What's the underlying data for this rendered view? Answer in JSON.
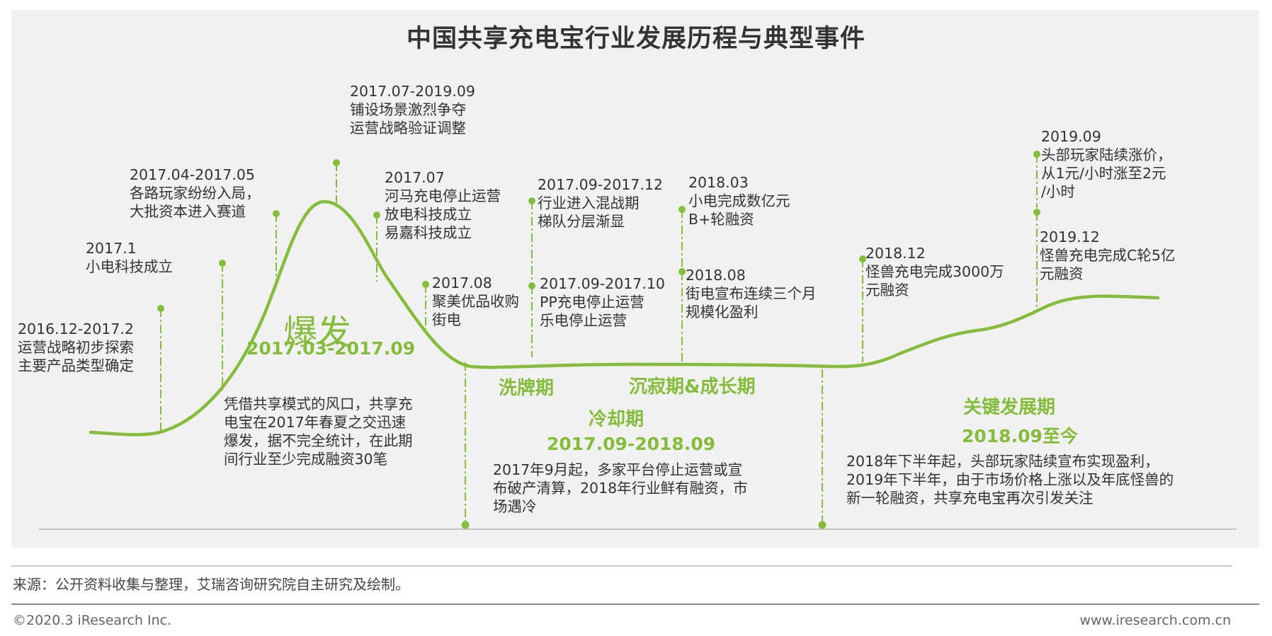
{
  "title": "中国共享充电宝行业发展历程与典型事件",
  "colors": {
    "accent": "#86bc3c",
    "text": "#333333",
    "panel": "#f1f1f1"
  },
  "events": [
    {
      "date": "2016.12-2017.2",
      "lines": [
        "运营战略初步探索",
        "主要产品类型确定"
      ]
    },
    {
      "date": "2017.1",
      "lines": [
        "小电科技成立"
      ]
    },
    {
      "date": "2017.04-2017.05",
      "lines": [
        "各路玩家纷纷入局，",
        "大批资本进入赛道"
      ]
    },
    {
      "date": "2017.07-2019.09",
      "lines": [
        "铺设场景激烈争夺",
        "运营战略验证调整"
      ]
    },
    {
      "date": "2017.07",
      "lines": [
        "河马充电停止运营",
        "放电科技成立",
        "易嘉科技成立"
      ]
    },
    {
      "date": "2017.08",
      "lines": [
        "聚美优品收购",
        "街电"
      ]
    },
    {
      "date": "2017.09-2017.12",
      "lines": [
        "行业进入混战期",
        "梯队分层渐显"
      ]
    },
    {
      "date": "2017.09-2017.10",
      "lines": [
        "PP充电停止运营",
        "乐电停止运营"
      ]
    },
    {
      "date": "2018.03",
      "lines": [
        "小电完成数亿元",
        "B+轮融资"
      ]
    },
    {
      "date": "2018.08",
      "lines": [
        "街电宣布连续三个月",
        "规模化盈利"
      ]
    },
    {
      "date": "2018.12",
      "lines": [
        "怪兽充电完成3000万",
        "元融资"
      ]
    },
    {
      "date": "2019.09",
      "lines": [
        "头部玩家陆续涨价，",
        "从1元/小时涨至2元",
        "/小时"
      ]
    },
    {
      "date": "2019.12",
      "lines": [
        "怪兽充电完成C轮5亿",
        "元融资"
      ]
    }
  ],
  "phases": {
    "burst": {
      "name": "爆发",
      "period": "2017.03-2017.09",
      "desc": [
        "凭借共享模式的风口，共享充",
        "电宝在2017年春夏之交迅速",
        "爆发，据不完全统计，在此期",
        "间行业至少完成融资30笔"
      ]
    },
    "shuffle": {
      "name": "洗牌期"
    },
    "quiet": {
      "name": "沉寂期&成长期"
    },
    "cooling": {
      "name": "冷却期",
      "period": "2017.09-2018.09",
      "desc": [
        "2017年9月起，多家平台停止运营或宣",
        "布破产清算，2018年行业鲜有融资，市",
        "场遇冷"
      ]
    },
    "key": {
      "name": "关键发展期",
      "period": "2018.09至今",
      "desc": [
        "2018年下半年起，头部玩家陆续宣布实现盈利，",
        "2019年下半年，由于市场价格上涨以及年底怪兽的",
        "新一轮融资，共享充电宝再次引发关注"
      ]
    }
  },
  "footer": {
    "source": "来源：公开资料收集与整理，艾瑞咨询研究院自主研究及绘制。",
    "copyright": "©2020.3 iResearch Inc.",
    "website": "www.iresearch.com.cn"
  }
}
